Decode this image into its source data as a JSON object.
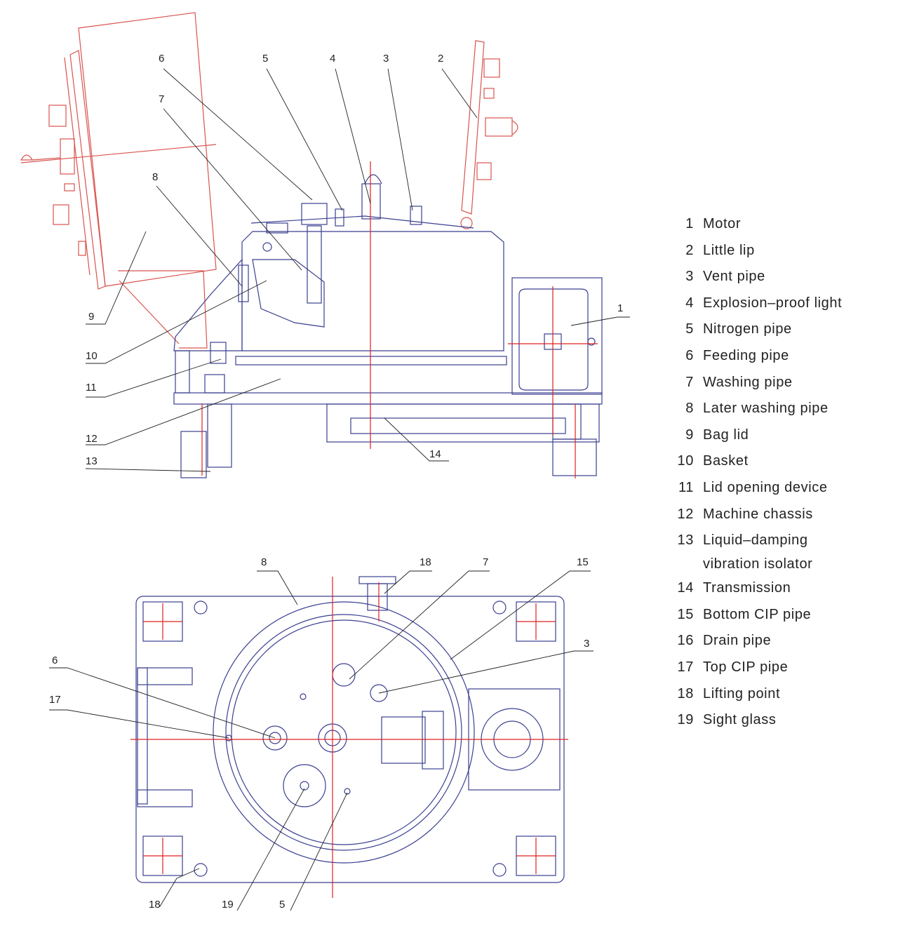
{
  "colors": {
    "outline": "#3a3f8f",
    "open_lid": "#d9534f",
    "centerline": "#e02020",
    "leader": "#222222"
  },
  "side_view_callouts": [
    "1",
    "2",
    "3",
    "4",
    "5",
    "6",
    "7",
    "8",
    "9",
    "10",
    "11",
    "12",
    "13",
    "14"
  ],
  "top_view_callouts": [
    "8",
    "18",
    "7",
    "15",
    "3",
    "6",
    "17",
    "18",
    "19",
    "5"
  ],
  "legend": [
    {
      "num": "1",
      "label": "Motor"
    },
    {
      "num": "2",
      "label": "Little lip"
    },
    {
      "num": "3",
      "label": "Vent pipe"
    },
    {
      "num": "4",
      "label": "Explosion–proof light"
    },
    {
      "num": "5",
      "label": "Nitrogen pipe"
    },
    {
      "num": "6",
      "label": "Feeding pipe"
    },
    {
      "num": "7",
      "label": "Washing pipe"
    },
    {
      "num": "8",
      "label": "Later washing pipe"
    },
    {
      "num": "9",
      "label": "Bag lid"
    },
    {
      "num": "10",
      "label": "Basket"
    },
    {
      "num": "11",
      "label": "Lid opening device"
    },
    {
      "num": "12",
      "label": "Machine chassis"
    },
    {
      "num": "13",
      "label": "Liquid–damping",
      "continuation": "vibration isolator"
    },
    {
      "num": "14",
      "label": "Transmission"
    },
    {
      "num": "15",
      "label": "Bottom CIP pipe"
    },
    {
      "num": "16",
      "label": "Drain pipe"
    },
    {
      "num": "17",
      "label": "Top CIP pipe"
    },
    {
      "num": "18",
      "label": "Lifting point"
    },
    {
      "num": "19",
      "label": "Sight glass"
    }
  ]
}
